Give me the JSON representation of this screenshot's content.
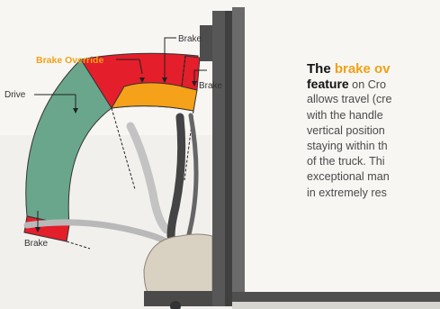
{
  "diagram": {
    "labels": {
      "brake_override": "Brake Override",
      "brake_top": "Brake",
      "brake_right": "Brake",
      "drive": "Drive",
      "brake_bottom": "Brake"
    }
  },
  "text_block": {
    "heading_prefix": "The ",
    "heading_accent": "brake ov",
    "feature_word": "feature",
    "line1_rest": " on Cro",
    "lines": [
      "allows travel (cre",
      "with the handle",
      "vertical position",
      "staying within th",
      "of the truck. Thi",
      "exceptional man",
      "in extremely res"
    ]
  },
  "colors": {
    "drive_green": "#6aa68c",
    "brake_red": "#e41e2b",
    "override_orange": "#f5a11a",
    "mast_gray": "#555555",
    "accent_text": "#f0a116"
  }
}
